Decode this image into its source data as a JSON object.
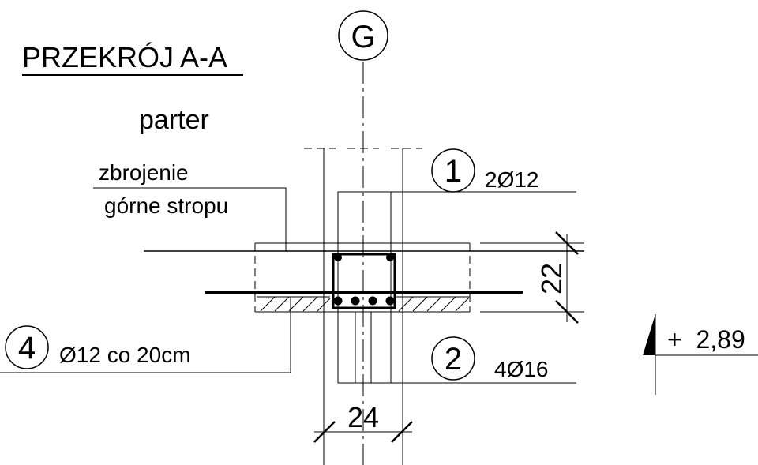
{
  "drawing": {
    "title": "PRZEKRÓJ A-A",
    "level_name": "parter",
    "axis_label": "G",
    "top_reinforcement_label_line1": "zbrojenie",
    "top_reinforcement_label_line2": "górne stropu",
    "callouts": [
      {
        "number": "1",
        "text": "2Ø12"
      },
      {
        "number": "2",
        "text": "4Ø16"
      },
      {
        "number": "4",
        "text": "Ø12 co 20cm"
      }
    ],
    "dimensions": {
      "height": "22",
      "width": "24"
    },
    "elevation": "+  2,89"
  }
}
